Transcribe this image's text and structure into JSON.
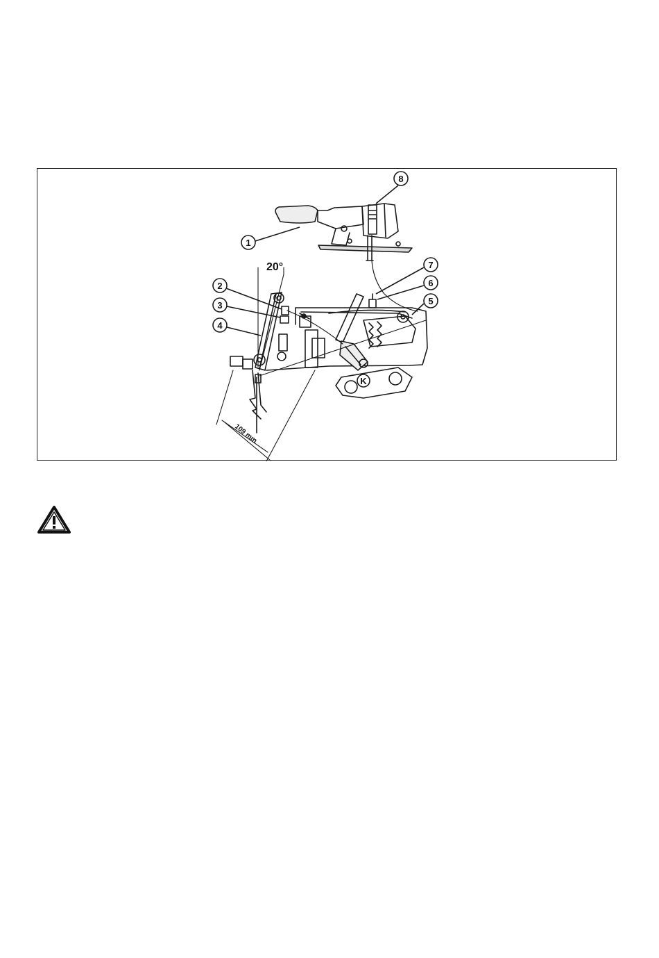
{
  "figure": {
    "callouts": [
      "1",
      "2",
      "3",
      "4",
      "5",
      "6",
      "7",
      "8",
      "K"
    ],
    "angle_label": "20°",
    "dimension_label": "109 mm"
  },
  "icons": {
    "warning": "warning-triangle-icon"
  }
}
